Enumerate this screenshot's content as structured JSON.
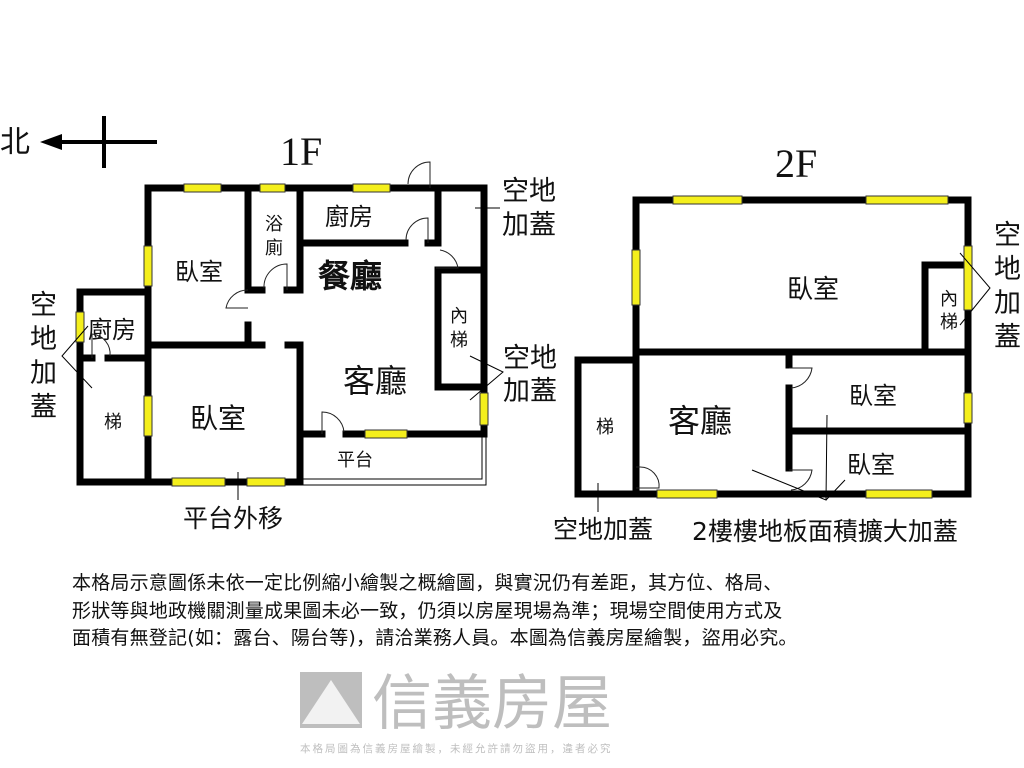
{
  "compass": {
    "north_label": "北"
  },
  "floor1": {
    "title": "1F",
    "rooms": {
      "bedroom_top": "臥室",
      "bath_1": "浴",
      "bath_2": "廁",
      "kitchen_top": "廚房",
      "dining": "餐廳",
      "kitchen_left": "廚房",
      "stair": "梯",
      "bedroom_bottom": "臥室",
      "living": "客廳",
      "inner_stair_1": "內",
      "inner_stair_2": "梯",
      "platform": "平台"
    },
    "annotations": {
      "addition_top_1": "空地",
      "addition_top_2": "加蓋",
      "addition_left_1": "空",
      "addition_left_2": "地",
      "addition_left_3": "加",
      "addition_left_4": "蓋",
      "addition_right_1": "空地",
      "addition_right_2": "加蓋",
      "platform_moved": "平台外移"
    }
  },
  "floor2": {
    "title": "2F",
    "rooms": {
      "bedroom_large": "臥室",
      "inner_stair_1": "內",
      "inner_stair_2": "梯",
      "living": "客廳",
      "stair": "梯",
      "bedroom_mid": "臥室",
      "bedroom_bottom": "臥室"
    },
    "annotations": {
      "addition_right_1": "空",
      "addition_right_2": "地",
      "addition_right_3": "加",
      "addition_right_4": "蓋",
      "addition_bottom": "空地加蓋",
      "floor_expansion": "2樓樓地板面積擴大加蓋"
    }
  },
  "watermark": {
    "brand": "信義房屋",
    "notice": "本格局圖為信義房屋繪製，未經允許請勿盜用，違者必究"
  },
  "disclaimer": [
    "本格局示意圖係未依一定比例縮小繪製之概繪圖，與實況仍有差距，其方位、格局、",
    "形狀等與地政機關測量成果圖未必一致，仍須以房屋現場為準；現場空間使用方式及",
    "面積有無登記(如：露台、陽台等)，請洽業務人員。本圖為信義房屋繪製，盜用必究。"
  ],
  "colors": {
    "window": "#f4ef1c",
    "wall": "#000000",
    "watermark": "#9a9a9a"
  }
}
